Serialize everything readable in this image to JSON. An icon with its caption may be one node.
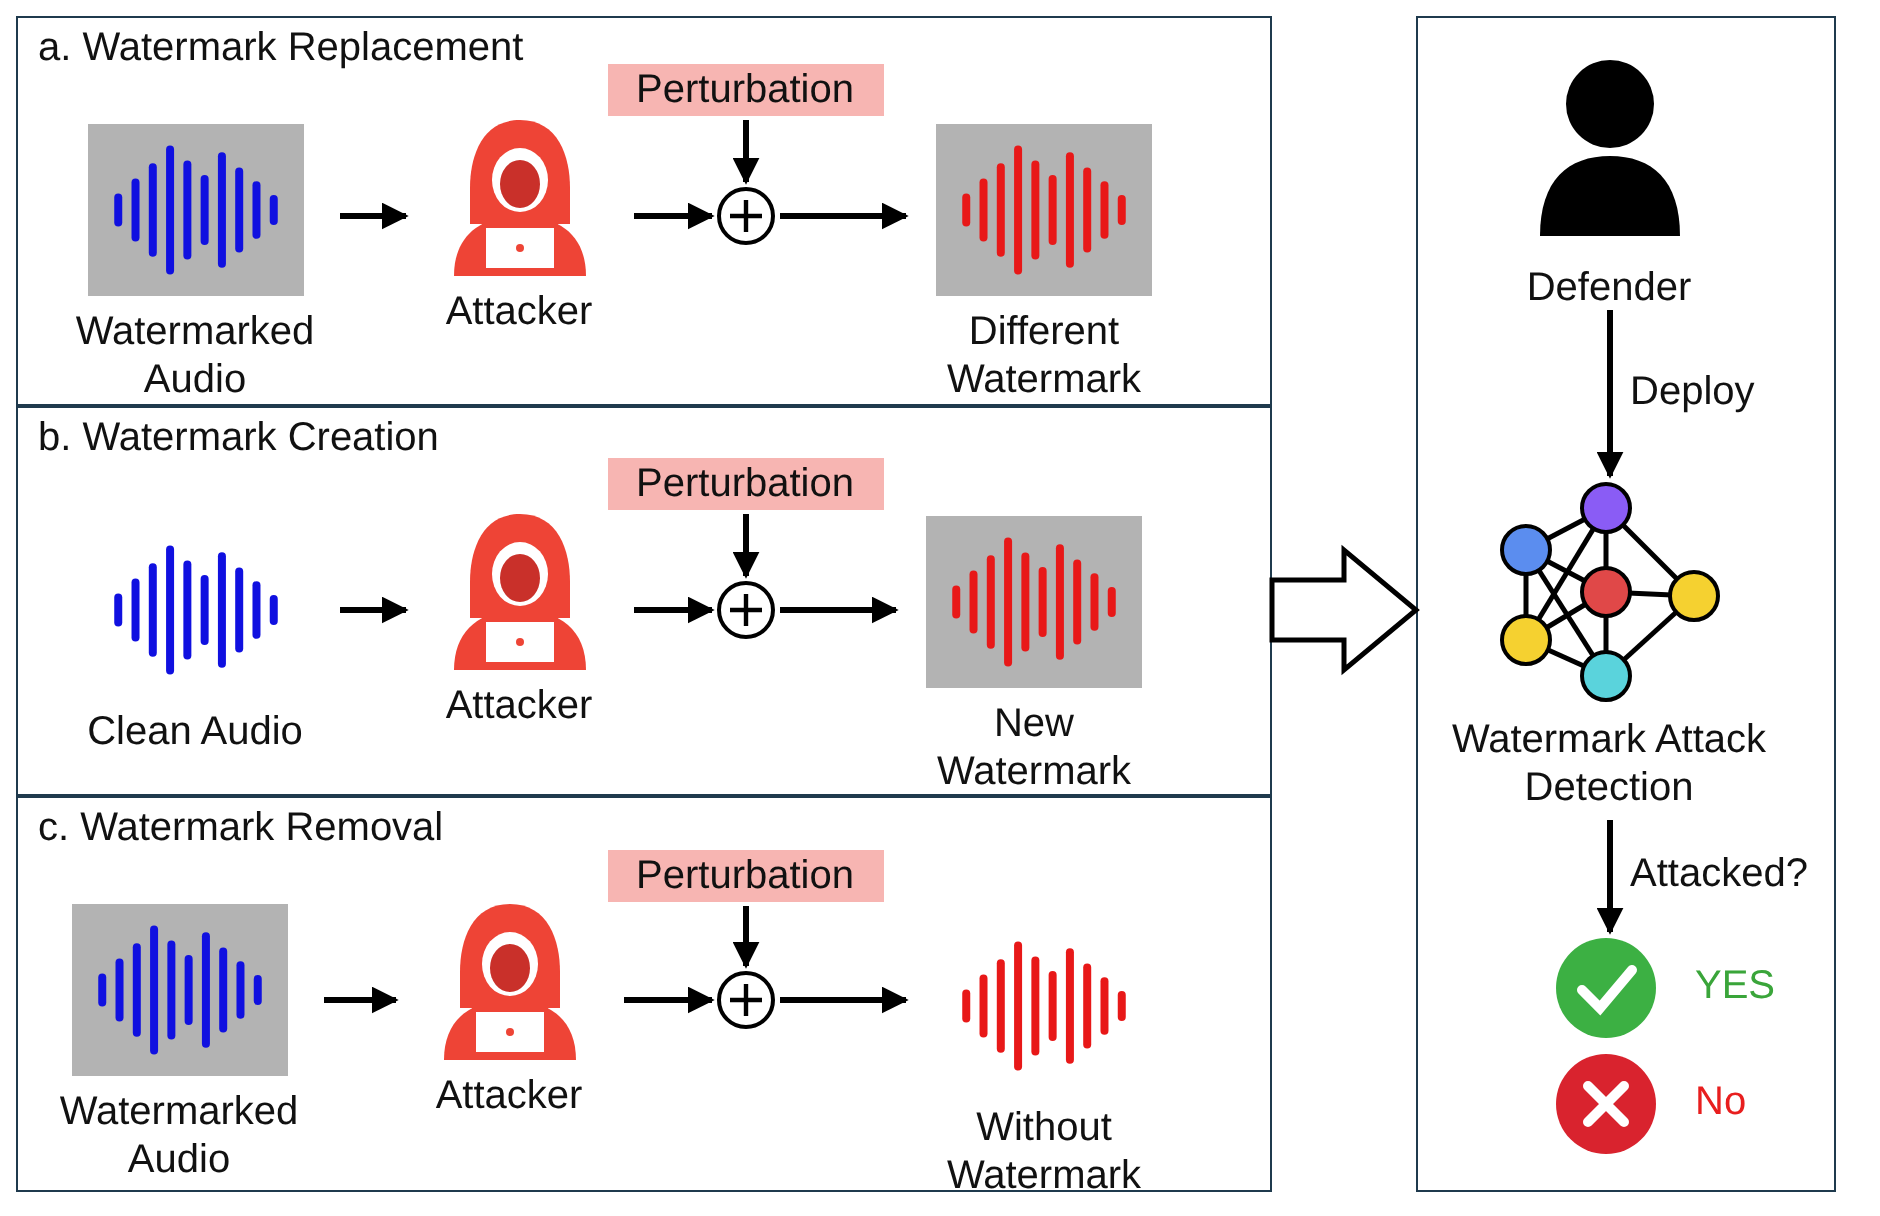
{
  "diagram": {
    "nodes": [
      {
        "text": [
          "a. Watermark Replacement"
        ]
      },
      {
        "text": [
          "Watermarked Audio"
        ],
        "in": 0
      },
      {
        "text": [
          "Attacker"
        ],
        "in": 0
      },
      {
        "text": [
          "Perturbation"
        ],
        "in": 0
      },
      {
        "text": [],
        "shape": "circle",
        "in": 0
      },
      {
        "text": [
          "Different Watermark"
        ],
        "in": 0
      },
      {
        "text": [
          "b. Watermark Creation"
        ]
      },
      {
        "text": [
          "Clean Audio"
        ],
        "in": 6
      },
      {
        "text": [
          "Attacker"
        ],
        "in": 6
      },
      {
        "text": [
          "Perturbation"
        ],
        "in": 6
      },
      {
        "text": [],
        "shape": "circle",
        "in": 6
      },
      {
        "text": [
          "New Watermark"
        ],
        "in": 6
      },
      {
        "text": [
          "c. Watermark Removal"
        ]
      },
      {
        "text": [
          "Watermarked Audio"
        ],
        "in": 12
      },
      {
        "text": [
          "Attacker"
        ],
        "in": 12
      },
      {
        "text": [
          "Perturbation"
        ],
        "in": 12
      },
      {
        "text": [],
        "shape": "circle",
        "in": 12
      },
      {
        "text": [
          "Without Watermark"
        ],
        "in": 12
      },
      {
        "text": [],
        "shape": "box"
      },
      {
        "text": [
          "Defender"
        ],
        "in": 18
      },
      {
        "text": [
          "Watermark Attack Detection"
        ],
        "in": 18
      },
      {
        "text": [
          "YES"
        ],
        "in": 18
      },
      {
        "text": [
          "No"
        ],
        "in": 18
      }
    ],
    "edges": [
      {
        "from": 1,
        "to": 2,
        "arrow": "to"
      },
      {
        "from": 2,
        "to": 4,
        "arrow": "to"
      },
      {
        "from": 3,
        "to": 4,
        "arrow": "to"
      },
      {
        "from": 4,
        "to": 5,
        "arrow": "to"
      },
      {
        "from": 7,
        "to": 8,
        "arrow": "to"
      },
      {
        "from": 8,
        "to": 10,
        "arrow": "to"
      },
      {
        "from": 9,
        "to": 10,
        "arrow": "to"
      },
      {
        "from": 10,
        "to": 11,
        "arrow": "to"
      },
      {
        "from": 13,
        "to": 14,
        "arrow": "to"
      },
      {
        "from": 14,
        "to": 16,
        "arrow": "to"
      },
      {
        "from": 15,
        "to": 16,
        "arrow": "to"
      },
      {
        "from": 16,
        "to": 17,
        "arrow": "to"
      },
      {
        "from": 6,
        "to": 18,
        "arrow": "to"
      },
      {
        "from": 19,
        "to": 20,
        "arrow": "to",
        "label": "Deploy"
      },
      {
        "from": 20,
        "to": 21,
        "arrow": "to",
        "label": "Attacked?"
      }
    ]
  }
}
